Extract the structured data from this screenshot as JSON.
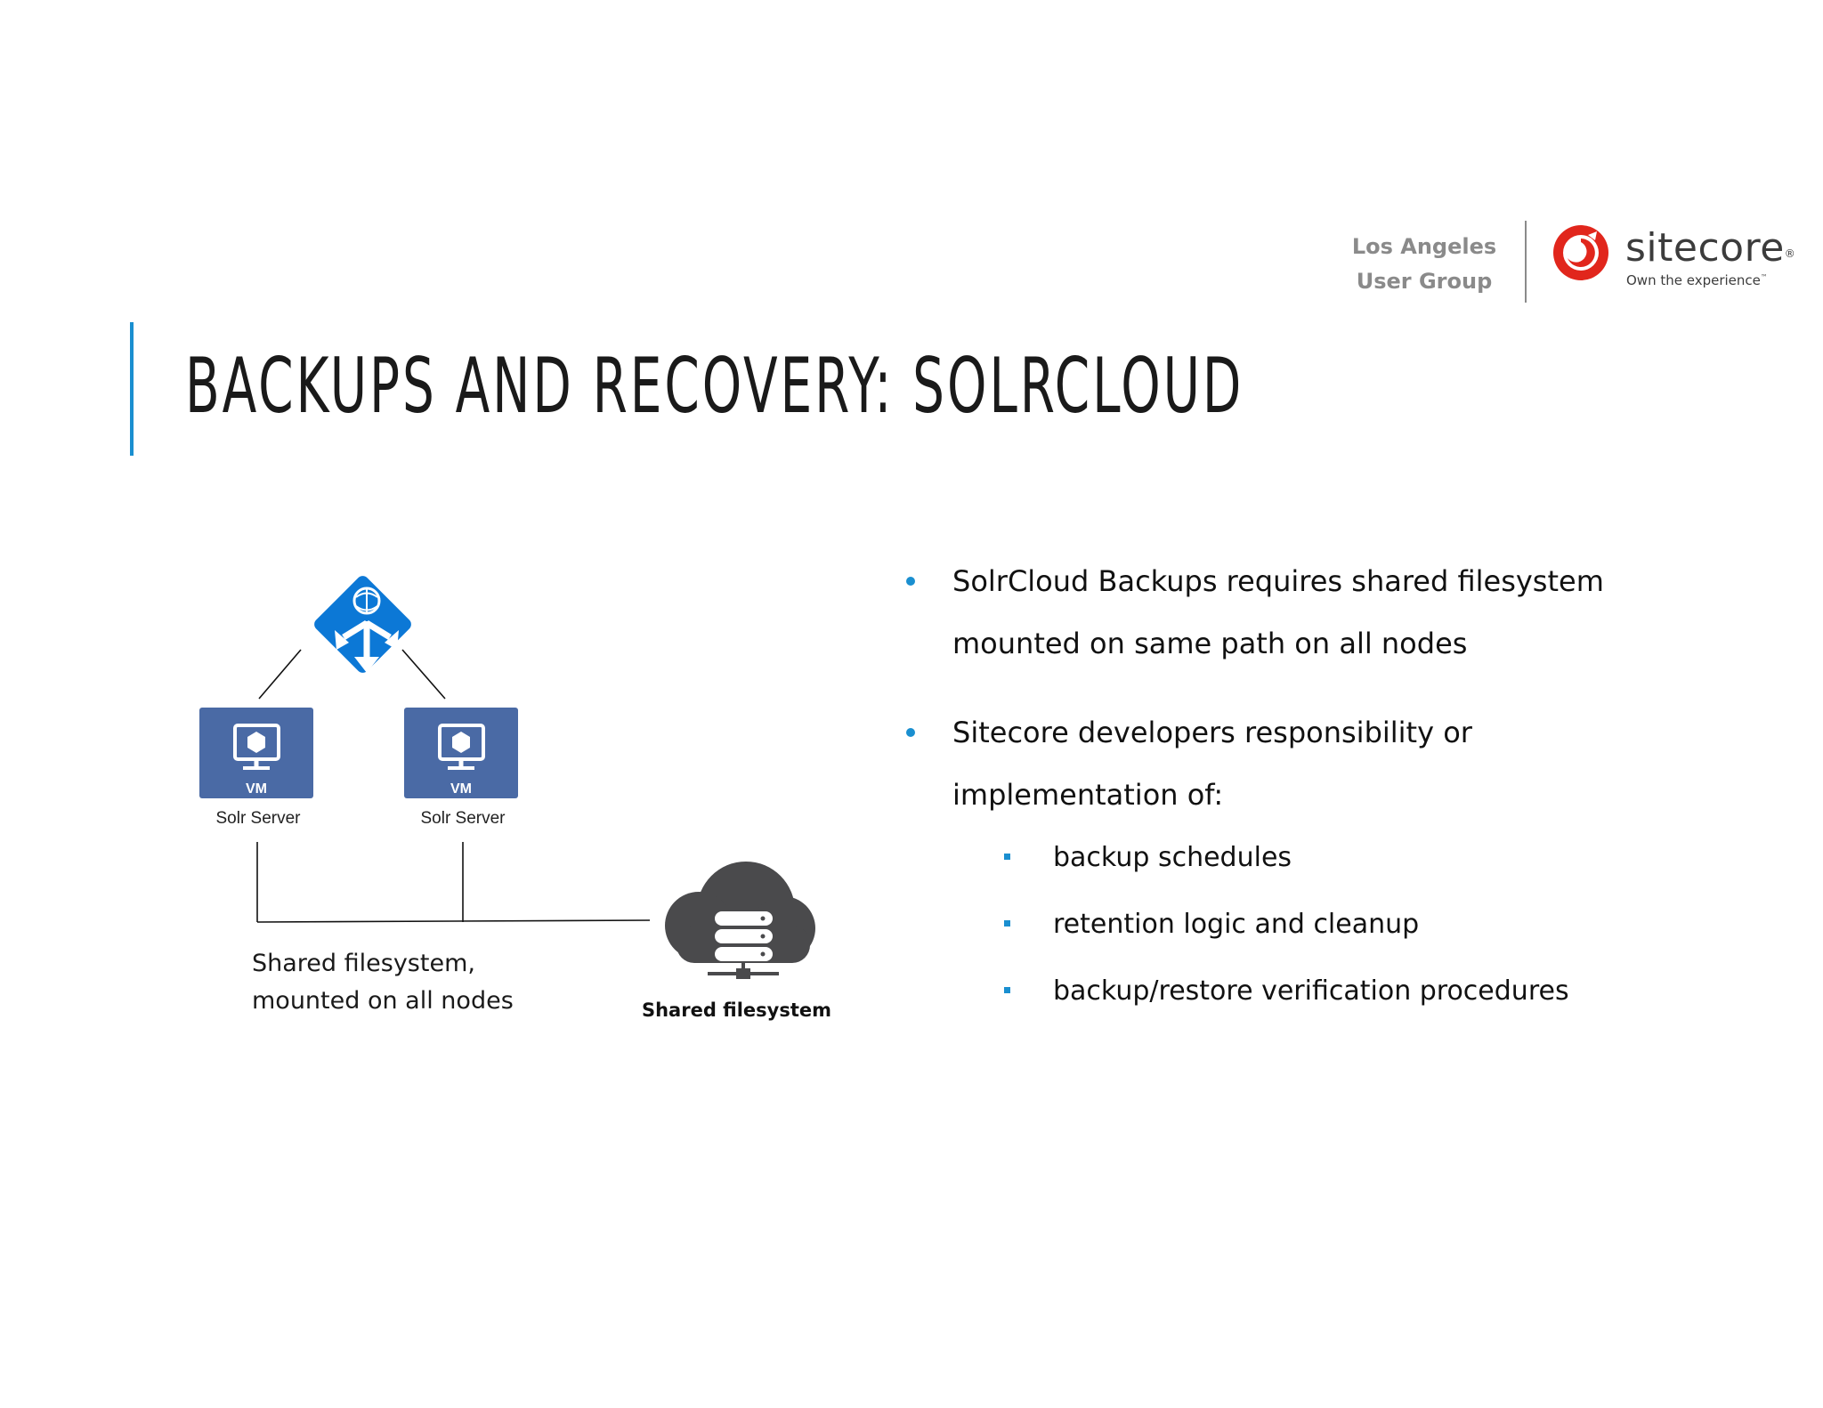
{
  "header": {
    "group_line1": "Los Angeles",
    "group_line2": "User Group",
    "brand_name": "sitecore",
    "brand_registered": "®",
    "brand_tagline": "Own the experience",
    "brand_tm": "™",
    "brand_color": "#e1261c"
  },
  "slide": {
    "title": "BACKUPS AND RECOVERY: SOLRCLOUD",
    "accent_color": "#1a8fd0"
  },
  "diagram": {
    "load_balancer_icon": "load-balancer-icon",
    "vm_badge": "VM",
    "vm_color": "#4a6aa5",
    "nodes": [
      {
        "caption": "Solr Server"
      },
      {
        "caption": "Solr Server"
      }
    ],
    "note_line1": "Shared filesystem,",
    "note_line2": "mounted on all nodes",
    "storage_icon": "cloud-storage-icon",
    "storage_caption": "Shared filesystem"
  },
  "bullets": [
    {
      "text": "SolrCloud Backups requires shared filesystem mounted on same path on all nodes"
    },
    {
      "text": "Sitecore developers responsibility or implementation of:"
    }
  ],
  "sub_bullets": [
    {
      "text": "backup schedules"
    },
    {
      "text": "retention logic and cleanup"
    },
    {
      "text": "backup/restore verification procedures"
    }
  ]
}
